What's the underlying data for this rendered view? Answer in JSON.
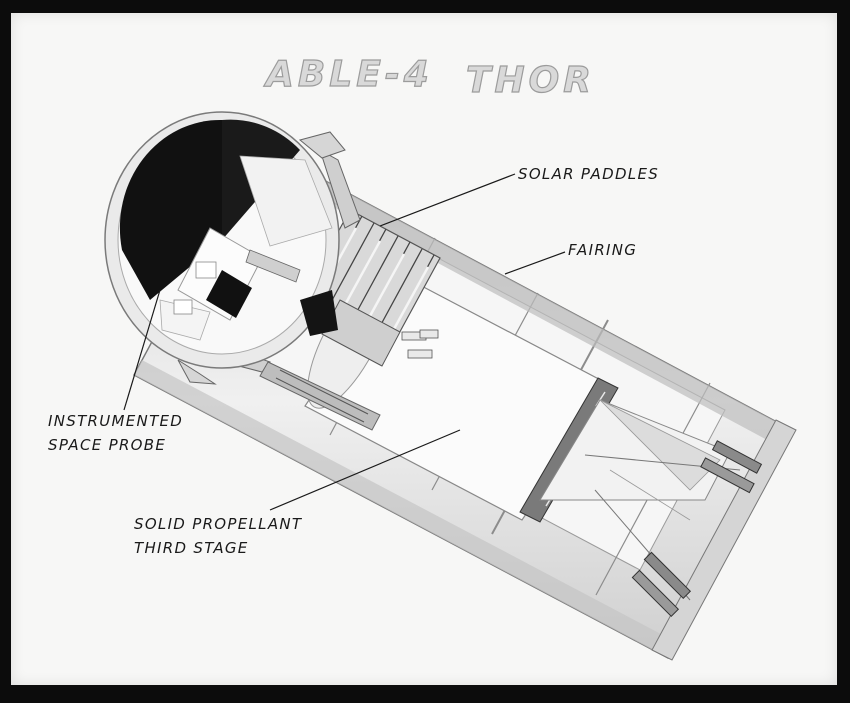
{
  "title": {
    "part1": "ABLE-4",
    "part2": "THOR"
  },
  "labels": {
    "solar_paddles": "SOLAR PADDLES",
    "fairing": "FAIRING",
    "probe_line1": "INSTRUMENTED",
    "probe_line2": "SPACE PROBE",
    "stage_line1": "SOLID PROPELLANT",
    "stage_line2": "THIRD STAGE"
  },
  "colors": {
    "paper": "#f7f7f6",
    "border": "#0c0c0c",
    "ink": "#1a1a1a",
    "shell": "#e4e4e4",
    "shadow": "#b9b9b9",
    "dark": "#111111"
  }
}
